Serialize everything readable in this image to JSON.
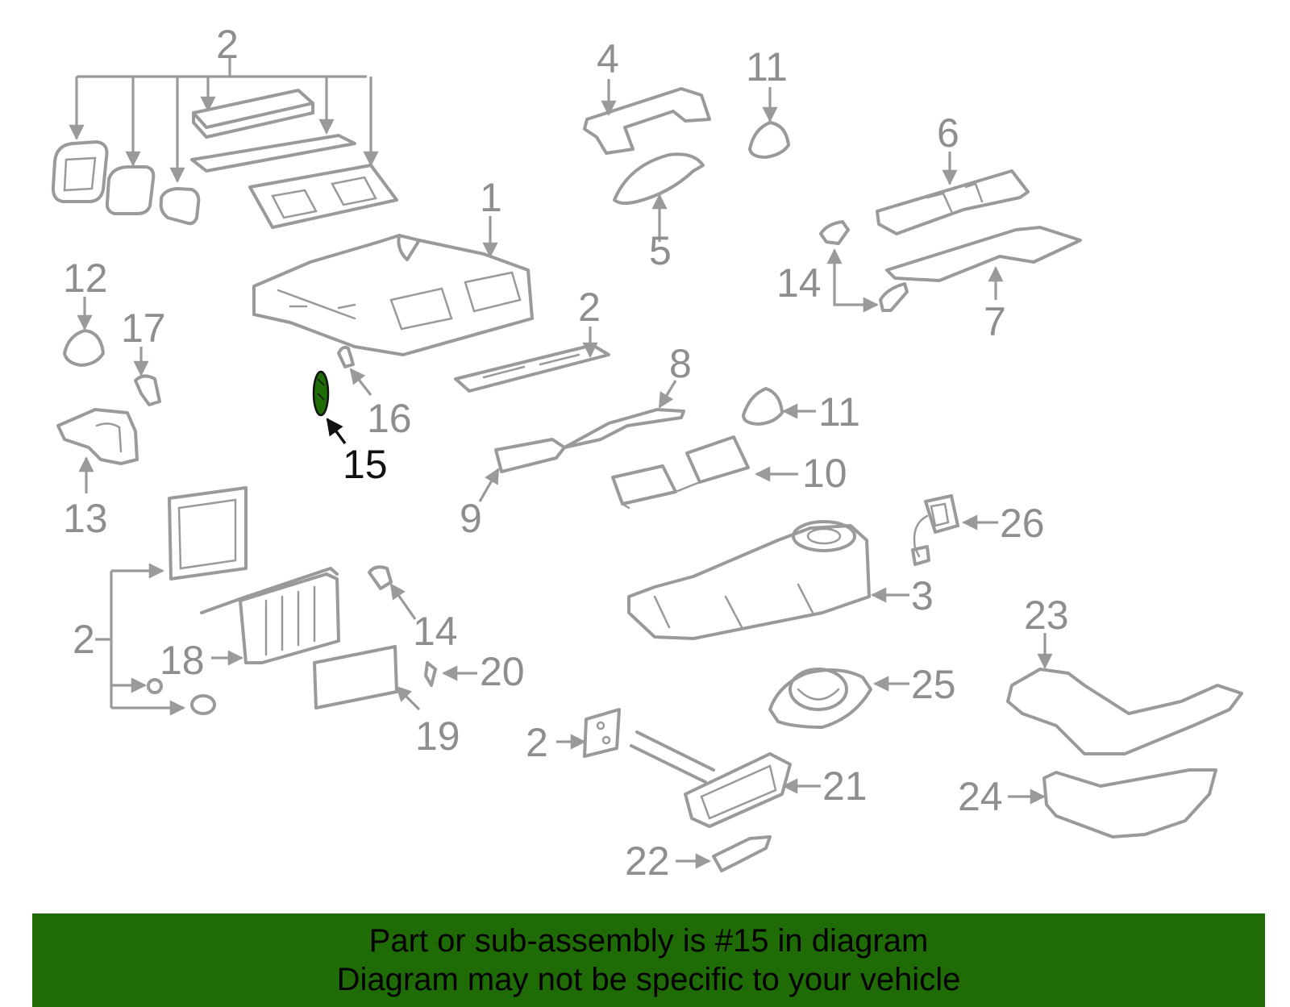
{
  "callouts": {
    "c2_top": "2",
    "c4": "4",
    "c11_top": "11",
    "c6": "6",
    "c1": "1",
    "c12": "12",
    "c17": "17",
    "c5": "5",
    "c14_right": "14",
    "c7": "7",
    "c2_mid": "2",
    "c8": "8",
    "c16": "16",
    "c15": "15",
    "c11_mid": "11",
    "c13": "13",
    "c10": "10",
    "c9": "9",
    "c26": "26",
    "c3": "3",
    "c2_left": "2",
    "c14_left": "14",
    "c18": "18",
    "c20": "20",
    "c19": "19",
    "c23": "23",
    "c25": "25",
    "c2_bottom": "2",
    "c21": "21",
    "c24": "24",
    "c22": "22"
  },
  "highlighted_part": "15",
  "colors": {
    "line": "#9a9a9a",
    "highlight_fill": "#1f6b06",
    "banner_bg": "#1f6b06"
  },
  "banner": {
    "line1": "Part or sub-assembly is #15 in diagram",
    "line2": "Diagram may not be specific to your vehicle"
  }
}
